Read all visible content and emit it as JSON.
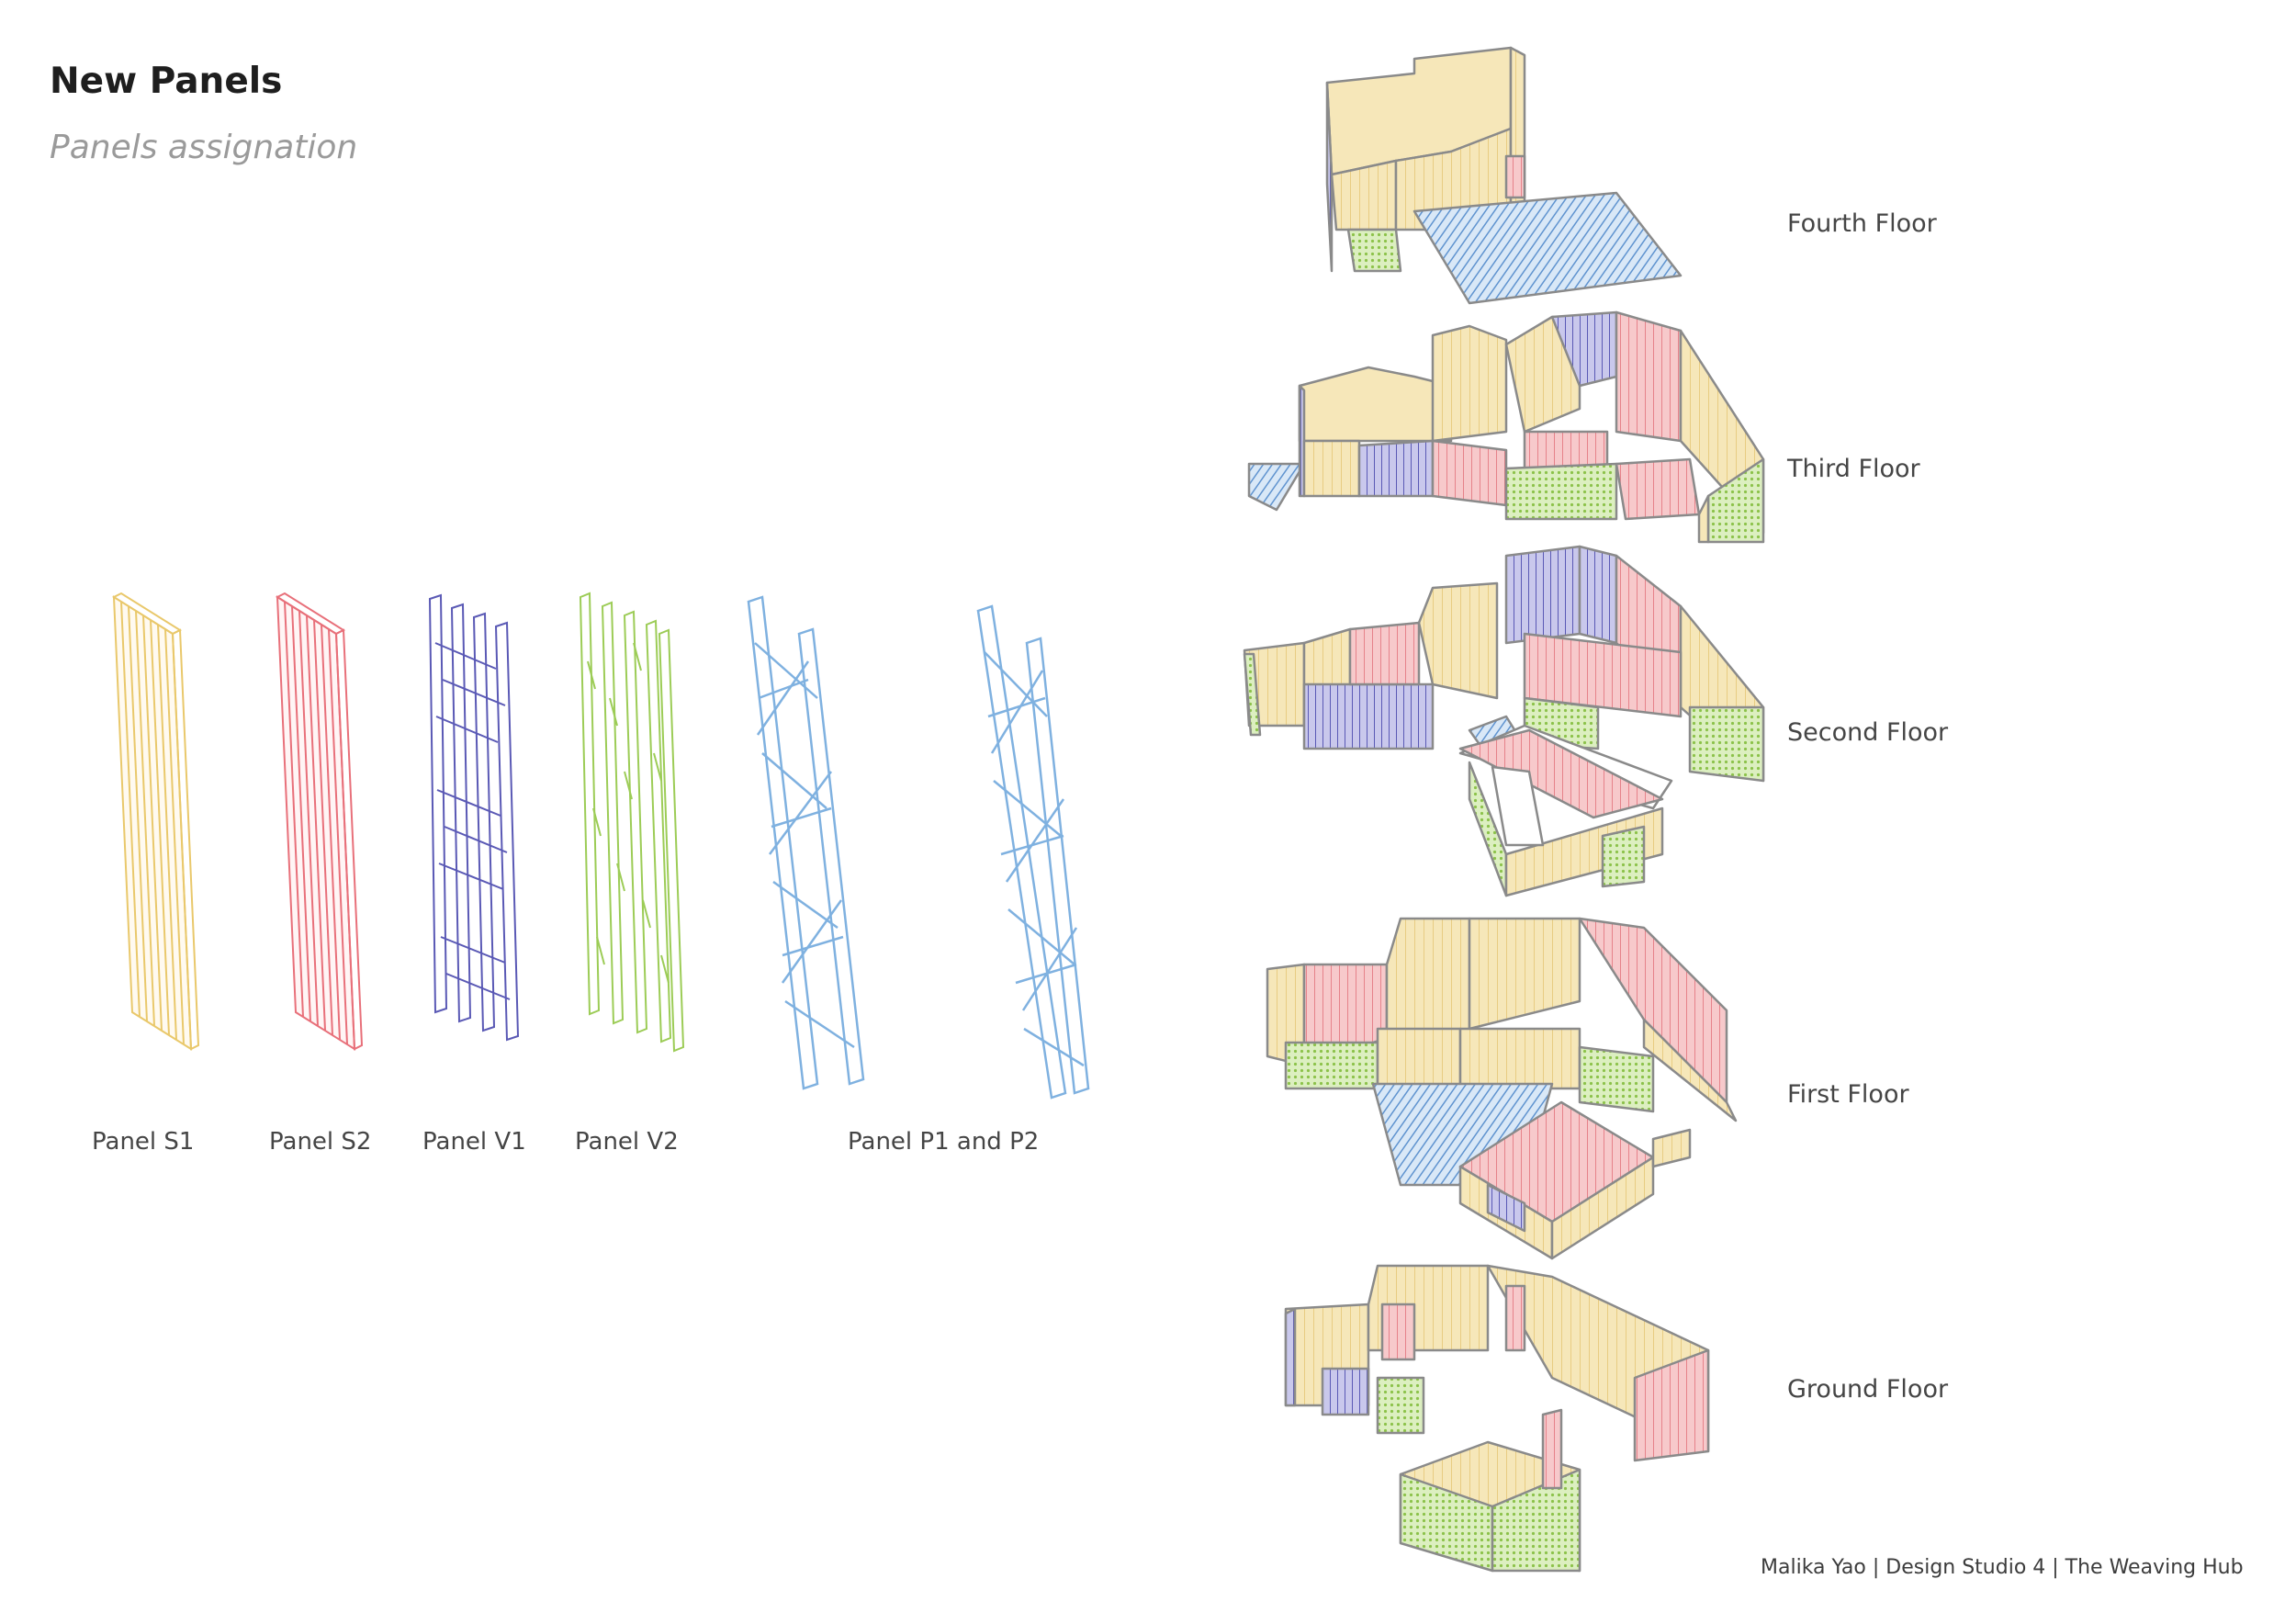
{
  "header": {
    "title": "New Panels",
    "subtitle": "Panels assignation"
  },
  "panels": [
    {
      "label": "Panel S1",
      "color": "#e9c86b",
      "icon": "solid-panel-s1-icon"
    },
    {
      "label": "Panel S2",
      "color": "#e8707a",
      "icon": "solid-panel-s2-icon"
    },
    {
      "label": "Panel V1",
      "color": "#5a59b5",
      "icon": "vertical-panel-v1-icon"
    },
    {
      "label": "Panel V2",
      "color": "#9ccc56",
      "icon": "vertical-panel-v2-icon"
    },
    {
      "label": "Panel P1 and P2",
      "color": "#7fb1e0",
      "icon": "lattice-panel-p-icon"
    }
  ],
  "floors": [
    {
      "label": "Fourth Floor"
    },
    {
      "label": "Third Floor"
    },
    {
      "label": "Second Floor"
    },
    {
      "label": "First Floor"
    },
    {
      "label": "Ground Floor"
    }
  ],
  "palette": {
    "wood": "#f6e7b9",
    "wood_edge": "#e2b64a",
    "outline": "#8a8a8a"
  },
  "credit": "Malika Yao | Design Studio 4 | The Weaving Hub"
}
